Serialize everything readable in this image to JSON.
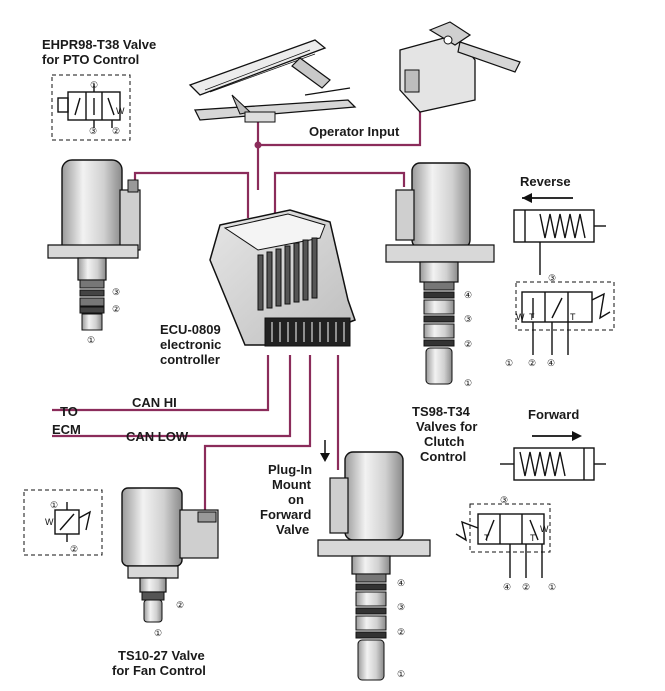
{
  "labels": {
    "ehpr_title_1": "EHPR98-T38 Valve",
    "ehpr_title_2": "for PTO Control",
    "operator_input": "Operator Input",
    "reverse": "Reverse",
    "forward": "Forward",
    "ecu_1": "ECU-0809",
    "ecu_2": "electronic",
    "ecu_3": "controller",
    "to": "TO",
    "ecm": "ECM",
    "can_hi": "CAN HI",
    "can_low": "CAN LOW",
    "ts98_1": "TS98-T34",
    "ts98_2": "Valves for",
    "ts98_3": "Clutch",
    "ts98_4": "Control",
    "plugin_1": "Plug-In",
    "plugin_2": "Mount",
    "plugin_3": "on",
    "plugin_4": "Forward",
    "plugin_5": "Valve",
    "ts10_1": "TS10-27 Valve",
    "ts10_2": "for Fan Control"
  },
  "port_numbers": {
    "p1": "①",
    "p2": "②",
    "p3": "③",
    "p4": "④"
  },
  "symbol_letters": {
    "w": "W",
    "t": "T"
  },
  "colors": {
    "wire": "#8b2c5b",
    "ink": "#111111",
    "body_fill": "#e2e2e2"
  }
}
